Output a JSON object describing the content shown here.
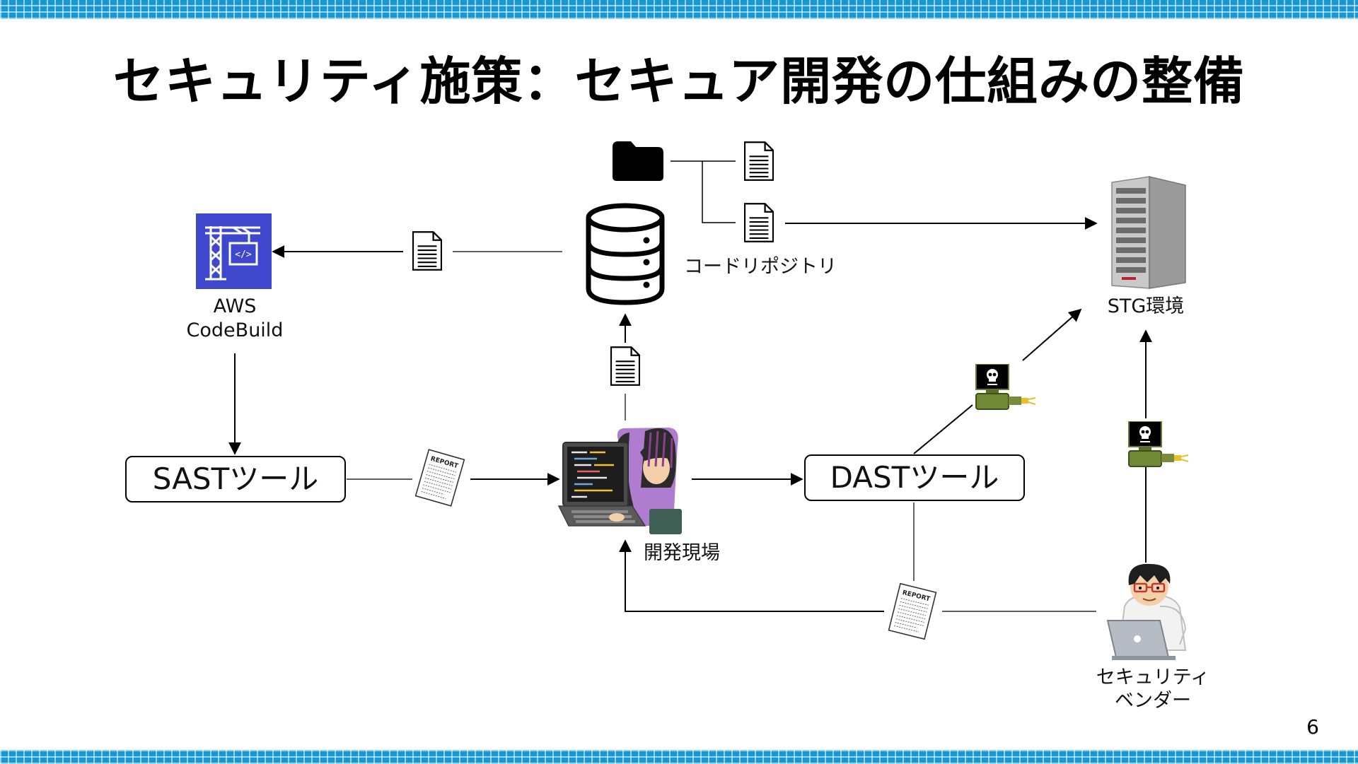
{
  "slide": {
    "title": "セキュリティ施策：セキュア開発の仕組みの整備",
    "page_number": "6"
  },
  "nodes": {
    "codebuild": {
      "label_line1": "AWS",
      "label_line2": "CodeBuild",
      "icon": "aws-codebuild-icon",
      "color": "#3f48cc"
    },
    "repository": {
      "label": "コードリポジトリ",
      "icon": "database-icon"
    },
    "stg": {
      "label": "STG環境",
      "icon": "server-rack-icon"
    },
    "sast": {
      "label": "SASTツール"
    },
    "dev": {
      "label": "開発現場",
      "icon": "developer-laptop-icon"
    },
    "dast": {
      "label": "DASTツール"
    },
    "vendor": {
      "label_line1": "セキュリティ",
      "label_line2": "ベンダー",
      "icon": "security-engineer-icon"
    }
  },
  "artifacts": {
    "report_text": "REPORT",
    "document_icon": "document-icon",
    "folder_icon": "folder-icon",
    "attack_icon": "skull-monitor-attack-icon"
  }
}
